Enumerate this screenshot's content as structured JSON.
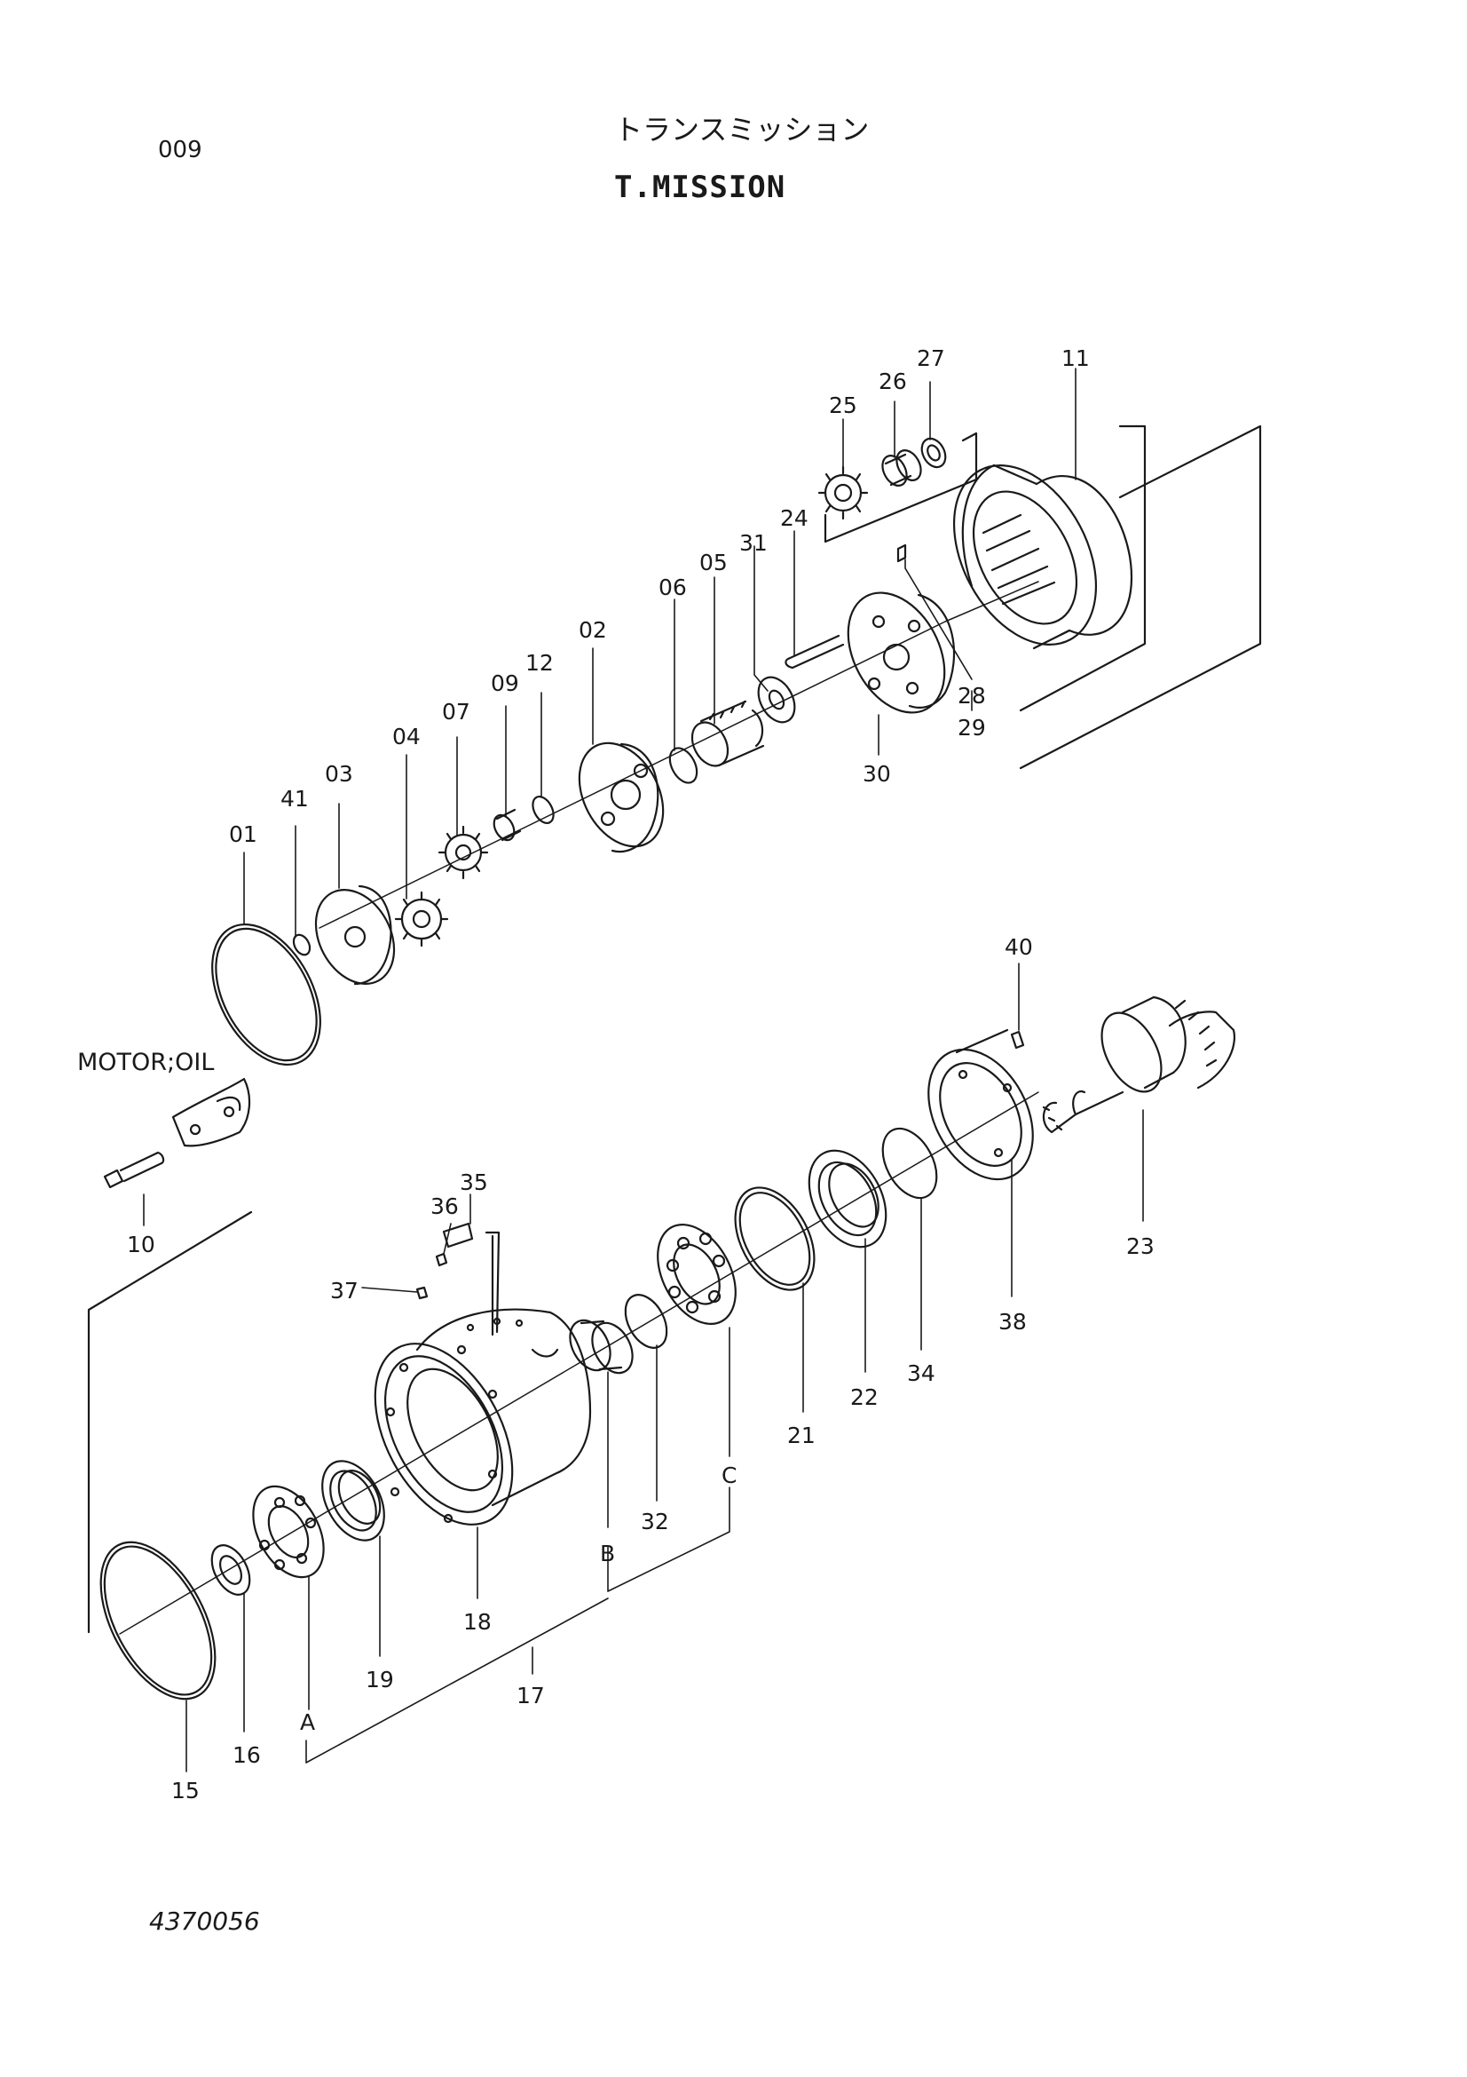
{
  "page_code": "009",
  "title_jp": "トランスミッション",
  "title_en": "T.MISSION",
  "motor_label": "MOTOR;OIL",
  "drawing_number": "4370056",
  "callouts": [
    {
      "id": "27",
      "label": "27"
    },
    {
      "id": "11",
      "label": "11"
    },
    {
      "id": "26",
      "label": "26"
    },
    {
      "id": "25",
      "label": "25"
    },
    {
      "id": "24",
      "label": "24"
    },
    {
      "id": "31",
      "label": "31"
    },
    {
      "id": "05",
      "label": "05"
    },
    {
      "id": "06",
      "label": "06"
    },
    {
      "id": "02",
      "label": "02"
    },
    {
      "id": "28",
      "label": "28"
    },
    {
      "id": "29",
      "label": "29"
    },
    {
      "id": "30",
      "label": "30"
    },
    {
      "id": "12",
      "label": "12"
    },
    {
      "id": "09",
      "label": "09"
    },
    {
      "id": "07",
      "label": "07"
    },
    {
      "id": "04",
      "label": "04"
    },
    {
      "id": "03",
      "label": "03"
    },
    {
      "id": "41",
      "label": "41"
    },
    {
      "id": "01",
      "label": "01"
    },
    {
      "id": "40",
      "label": "40"
    },
    {
      "id": "10",
      "label": "10"
    },
    {
      "id": "35",
      "label": "35"
    },
    {
      "id": "36",
      "label": "36"
    },
    {
      "id": "37",
      "label": "37"
    },
    {
      "id": "23",
      "label": "23"
    },
    {
      "id": "38",
      "label": "38"
    },
    {
      "id": "34",
      "label": "34"
    },
    {
      "id": "22",
      "label": "22"
    },
    {
      "id": "21",
      "label": "21"
    },
    {
      "id": "32",
      "label": "32"
    },
    {
      "id": "C",
      "label": "C"
    },
    {
      "id": "B",
      "label": "B"
    },
    {
      "id": "18",
      "label": "18"
    },
    {
      "id": "19",
      "label": "19"
    },
    {
      "id": "17",
      "label": "17"
    },
    {
      "id": "A",
      "label": "A"
    },
    {
      "id": "16",
      "label": "16"
    },
    {
      "id": "15",
      "label": "15"
    }
  ]
}
